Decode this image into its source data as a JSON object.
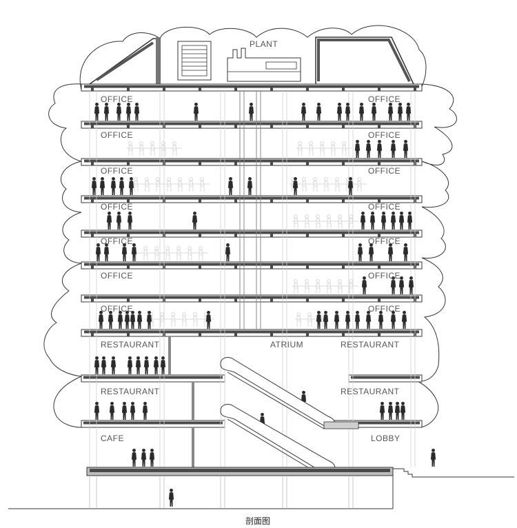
{
  "title": "剖面图",
  "labels": {
    "plant": "PLANT",
    "office": "OFFICE",
    "restaurant": "RESTAURANT",
    "atrium": "ATRIUM",
    "cafe": "CAFE",
    "lobby": "LOBBY"
  },
  "colors": {
    "line": "#333333",
    "slab": "#4a4a4a",
    "slab_light": "#bdbdbd",
    "figure": "#2b2b2b",
    "ghost": "#e6e6e6",
    "label": "#555555"
  }
}
